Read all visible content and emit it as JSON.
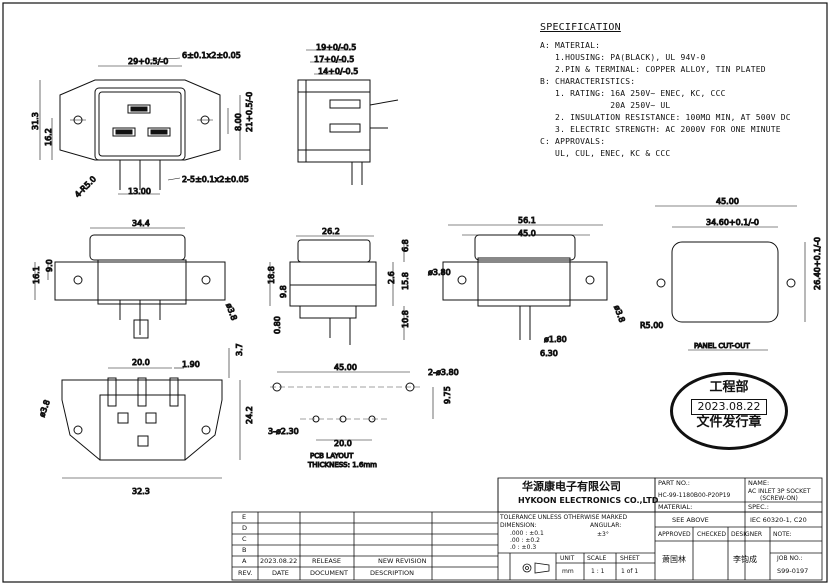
{
  "dims": {
    "top_width": "29+0.5/-0",
    "pin_top": "6±0.1x2±0.05",
    "height_left": "31.3",
    "height_mid": "16.2",
    "side_8": "8.00",
    "side_21": "21+0.5/-0",
    "radius": "4-R5.0",
    "pin_bottom": "2-5±0.1x2±0.05",
    "spacing_13": "13.00",
    "side_19": "19+0/-0.5",
    "side_17": "17+0/-0.5",
    "side_14": "14+0/-0.5",
    "front_34": "34.4",
    "front_9": "9.0",
    "front_16": "16.1",
    "front_hole": "ø3.8",
    "mid_26": "26.2",
    "mid_18": "18.8",
    "mid_9": "9.8",
    "mid_2": "2.6",
    "mid_15": "15.8",
    "mid_6": "6.8",
    "mid_10": "10.8",
    "mid_080": "0.80",
    "r_56": "56.1",
    "r_45": "45.0",
    "r_380": "ø3.80",
    "r_38": "ø3.8",
    "r_180": "ø1.80",
    "r_630": "6.30",
    "p_45": "45.00",
    "p_34": "34.60+0.1/-0",
    "p_26": "26.40+0.1/-0",
    "p_r5": "R5.00",
    "p_label": "PANEL CUT-OUT",
    "b_20": "20.0",
    "b_190": "1.90",
    "b_37": "3.7",
    "b_38": "ø3.8",
    "b_242": "24.2",
    "b_323": "32.3",
    "pcb_45": "45.00",
    "pcb_2d": "2-ø3.80",
    "pcb_975": "9.75",
    "pcb_3d": "3-ø2.30",
    "pcb_20": "20.0",
    "pcb_label": "PCB LAYOUT",
    "pcb_thick": "THICKNESS: 1.6mm"
  },
  "spec": {
    "title": "SPECIFICATION",
    "lines": [
      "A: MATERIAL:",
      "   1.HOUSING: PA(BLACK), UL 94V-0",
      "   2.PIN & TERMINAL: COPPER ALLOY, TIN PLATED",
      "",
      "B: CHARACTERISTICS:",
      "   1. RATING: 16A 250V~ ENEC, KC, CCC",
      "              20A 250V~ UL",
      "   2. INSULATION RESISTANCE: 100MΩ MIN, AT 500V DC",
      "   3. ELECTRIC STRENGTH: AC 2000V FOR ONE MINUTE",
      "",
      "C: APPROVALS:",
      "   UL, CUL, ENEC, KC & CCC"
    ]
  },
  "stamp": {
    "top": "工程部",
    "date": "2023.08.22",
    "bottom": "文件发行章"
  },
  "titleblock": {
    "company_cn": "华源康电子有限公司",
    "company_en": "HYKOON ELECTRONICS CO.,LTD",
    "part_no_label": "PART NO.:",
    "part_no": "HC-99-1180B00-P20P19",
    "name_label": "NAME:",
    "name_1": "AC INLET 3P SOCKET",
    "name_2": "(SCREW-ON)",
    "material_label": "MATERIAL:",
    "material": "SEE ABOVE",
    "spec_label": "SPEC.:",
    "spec": "IEC 60320-1, C20",
    "tol_title": "TOLERANCE UNLESS OTHERWISE MARKED",
    "tol_dim": "DIMENSION:",
    "tol_ang": "ANGULAR:",
    "tol_ang_v": "±3°",
    "tol_1": ".000 : ±0.1",
    "tol_2": ".00   : ±0.2",
    "tol_3": ".0     : ±0.3",
    "approved": "APPROVED",
    "checked": "CHECKED",
    "designer": "DESIGNER",
    "note": "NOTE:",
    "approved_by": "萧国林",
    "designer_by": "李钧成",
    "job_label": "JOB NO.:",
    "job_no": "S99-0197",
    "unit_label": "UNIT",
    "unit": "mm",
    "scale_label": "SCALE",
    "scale": "1 : 1",
    "sheet_label": "SHEET",
    "sheet": "1 of 1",
    "rev_rows": [
      "E",
      "D",
      "C",
      "B",
      "A"
    ],
    "rev_a_date": "2023.08.22",
    "rev_a_doc": "RELEASE",
    "rev_a_desc": "NEW REVISION",
    "col_rev": "REV.",
    "col_date": "DATE",
    "col_doc": "DOCUMENT",
    "col_desc": "DESCRIPTION"
  }
}
